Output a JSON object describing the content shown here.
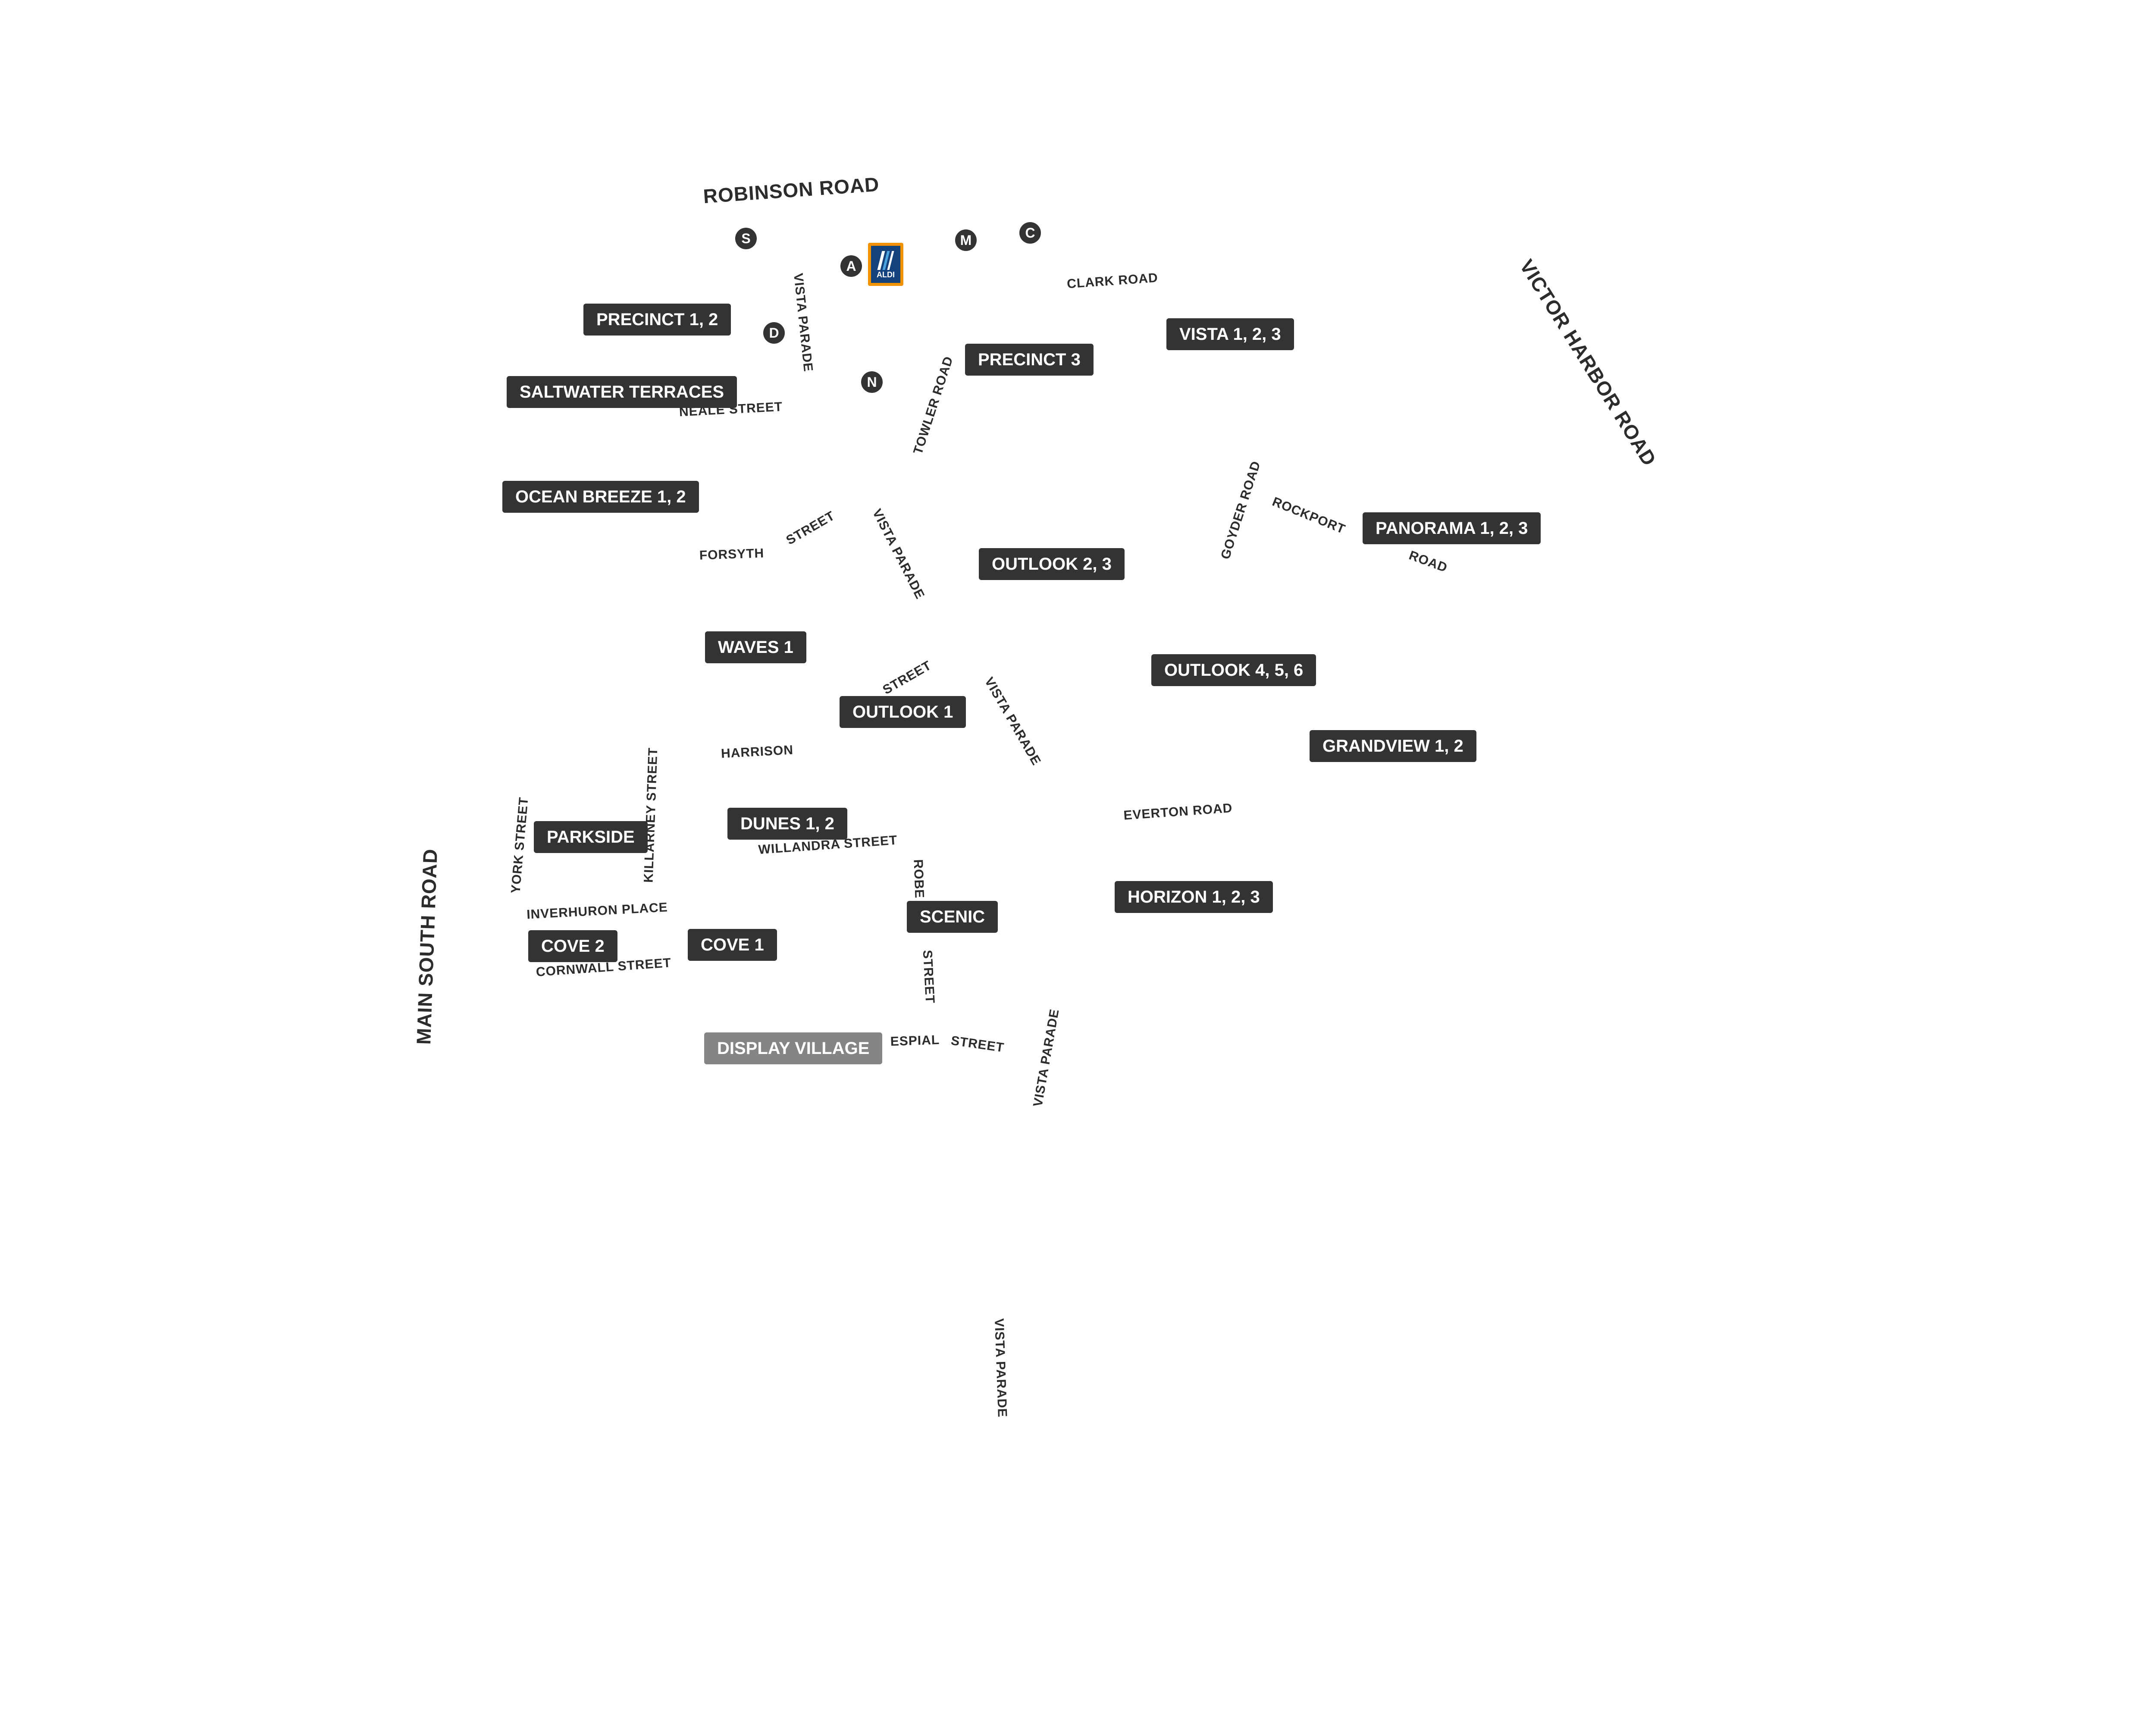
{
  "main_roads": {
    "robinson": "ROBINSON ROAD",
    "victor_harbor": "VICTOR HARBOR ROAD",
    "main_south": "MAIN SOUTH ROAD"
  },
  "streets": {
    "clark": "CLARK ROAD",
    "vista_parade": "VISTA PARADE",
    "neale": "NEALE STREET",
    "towler": "TOWLER ROAD",
    "forsyth": "FORSYTH",
    "street": "STREET",
    "goyder": "GOYDER ROAD",
    "rockport": "ROCKPORT",
    "road": "ROAD",
    "harrison": "HARRISON",
    "killarney": "KILLARNEY STREET",
    "york": "YORK STREET",
    "willandra": "WILLANDRA STREET",
    "everton": "EVERTON ROAD",
    "robe": "ROBE",
    "inverhuron": "INVERHURON PLACE",
    "cornwall": "CORNWALL STREET",
    "espial": "ESPIAL"
  },
  "precincts": {
    "precinct_1_2": "PRECINCT  1, 2",
    "saltwater": "SALTWATER TERRACES",
    "precinct_3": "PRECINCT 3",
    "vista": "VISTA 1, 2, 3",
    "ocean_breeze": "OCEAN BREEZE 1, 2",
    "panorama": "PANORAMA 1, 2, 3",
    "outlook_2_3": "OUTLOOK 2, 3",
    "waves_1": "WAVES 1",
    "outlook_4_5_6": "OUTLOOK 4, 5, 6",
    "outlook_1": "OUTLOOK 1",
    "grandview": "GRANDVIEW 1, 2",
    "dunes": "DUNES 1, 2",
    "parkside": "PARKSIDE",
    "horizon": "HORIZON 1, 2, 3",
    "scenic": "SCENIC",
    "cove_2": "COVE 2",
    "cove_1": "COVE 1",
    "display_village": "DISPLAY VILLAGE"
  },
  "poi_markers": {
    "s": "S",
    "a": "A",
    "m": "M",
    "c": "C",
    "d": "D",
    "n": "N"
  },
  "store_logo": {
    "name": "aldi-logo",
    "text": "ALDI",
    "colors": {
      "border": "#f39200",
      "fill": "#14427c",
      "accent": "#4da3e0"
    }
  },
  "colors": {
    "label_bg": "#333333",
    "label_muted_bg": "#858585",
    "label_text": "#ffffff",
    "road_text": "#2c2c2c",
    "background": "#ffffff"
  }
}
